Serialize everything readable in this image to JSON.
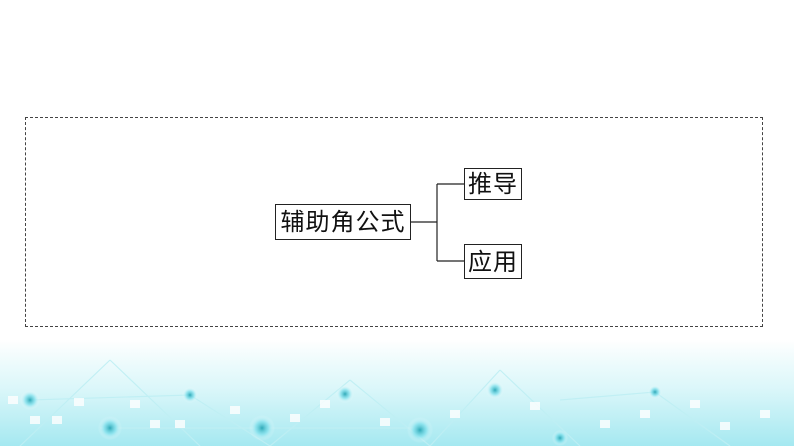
{
  "diagram": {
    "root": "辅助角公式",
    "children": [
      "推导",
      "应用"
    ]
  },
  "colors": {
    "text": "#111111",
    "border": "#222222",
    "frame": "#444444",
    "decor_glow": "#7fe0ec",
    "decor_dot": "#3bb8c6"
  }
}
